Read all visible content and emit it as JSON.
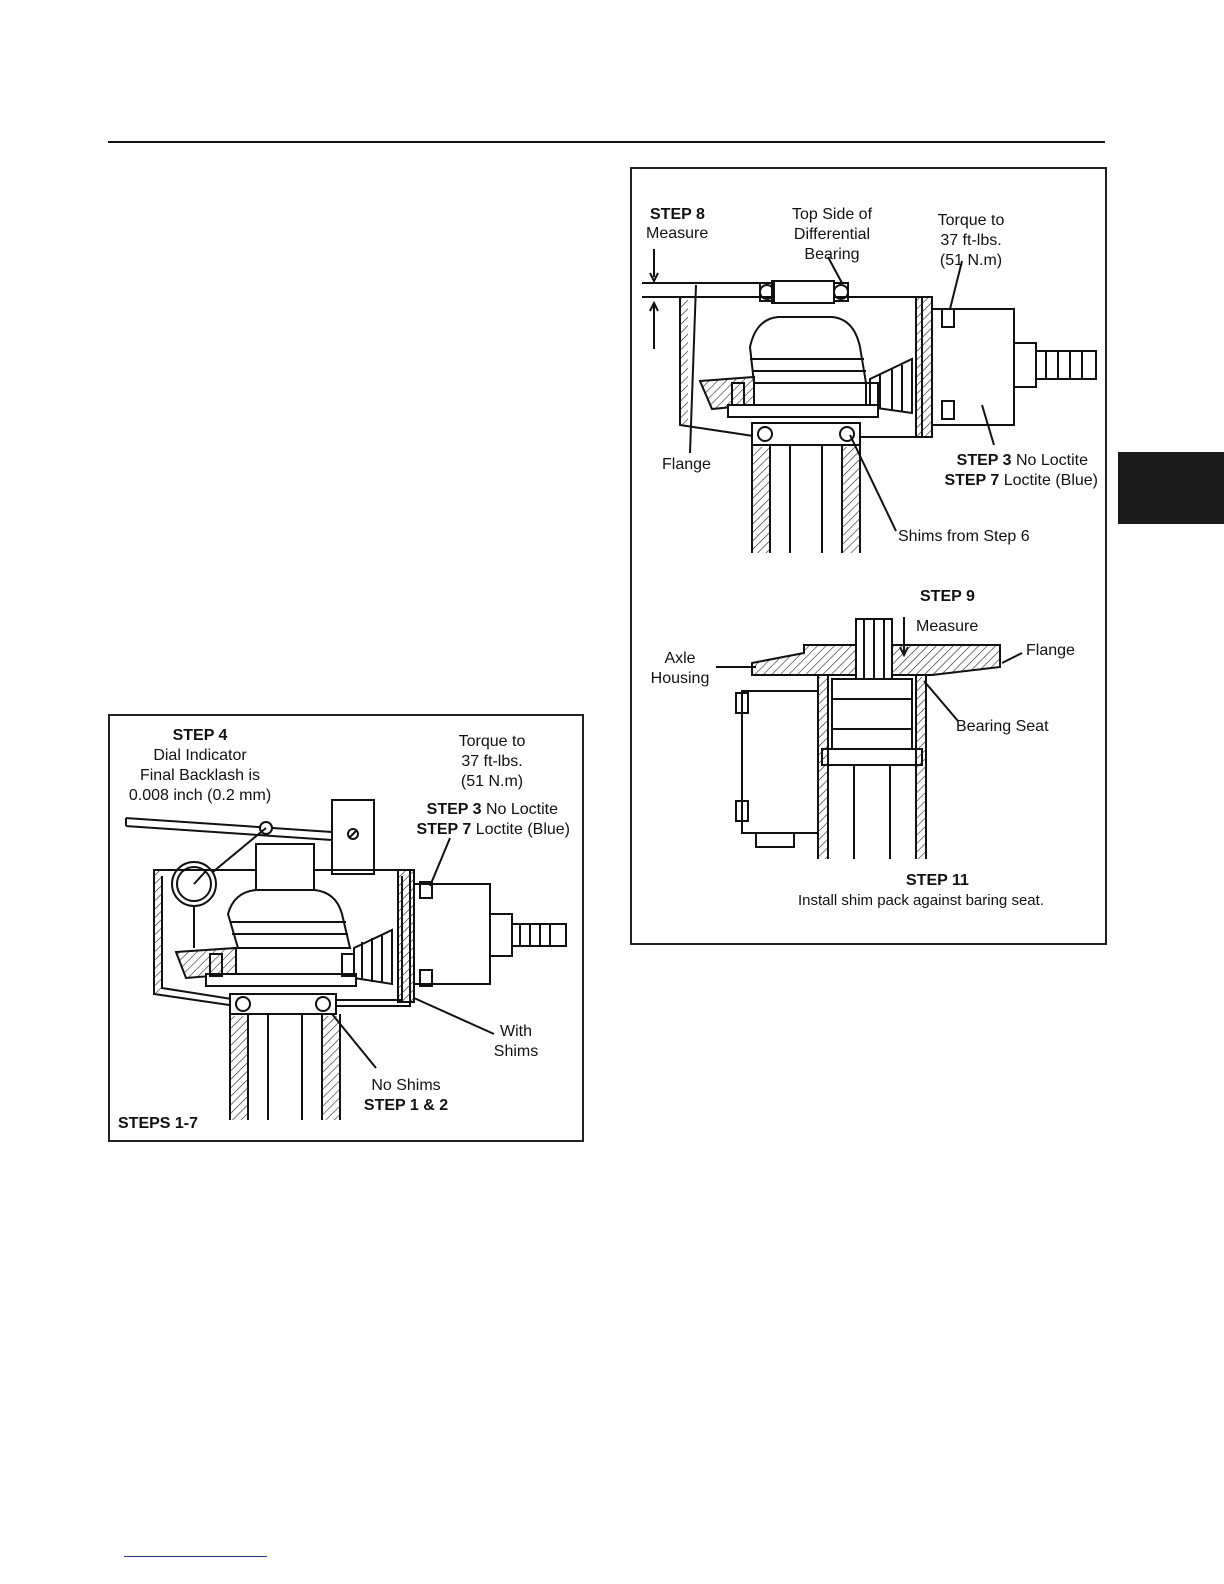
{
  "left_panel": {
    "step4_title": "STEP 4",
    "step4_l1": "Dial Indicator",
    "step4_l2": "Final Backlash is",
    "step4_l3": "0.008 inch (0.2 mm)",
    "torque_l1": "Torque to",
    "torque_l2": "37 ft-lbs.",
    "torque_l3": "(51 N.m)",
    "step3_bold": "STEP 3",
    "step3_text": " No Loctite",
    "step7_bold": "STEP 7",
    "step7_text": " Loctite (Blue)",
    "with_l1": "With",
    "with_l2": "Shims",
    "noshims_l1": "No Shims",
    "noshims_l2": "STEP 1 & 2",
    "steps_label": "STEPS 1-7"
  },
  "right_panel": {
    "step8_title": "STEP 8",
    "step8_text": "Measure",
    "topside_l1": "Top Side of",
    "topside_l2": "Differential",
    "topside_l3": "Bearing",
    "torque_l1": "Torque to",
    "torque_l2": "37 ft-lbs.",
    "torque_l3": "(51 N.m)",
    "flange": "Flange",
    "step3_bold": "STEP 3",
    "step3_text": " No Loctite",
    "step7_bold": "STEP 7",
    "step7_text": " Loctite (Blue)",
    "shims_from": "Shims from Step 6",
    "step9_title": "STEP 9",
    "step9_measure": "Measure",
    "flange2": "Flange",
    "axle_l1": "Axle",
    "axle_l2": "Housing",
    "bearing_seat": "Bearing Seat",
    "step11_title": "STEP 11",
    "step11_text": "Install shim pack against baring seat."
  }
}
